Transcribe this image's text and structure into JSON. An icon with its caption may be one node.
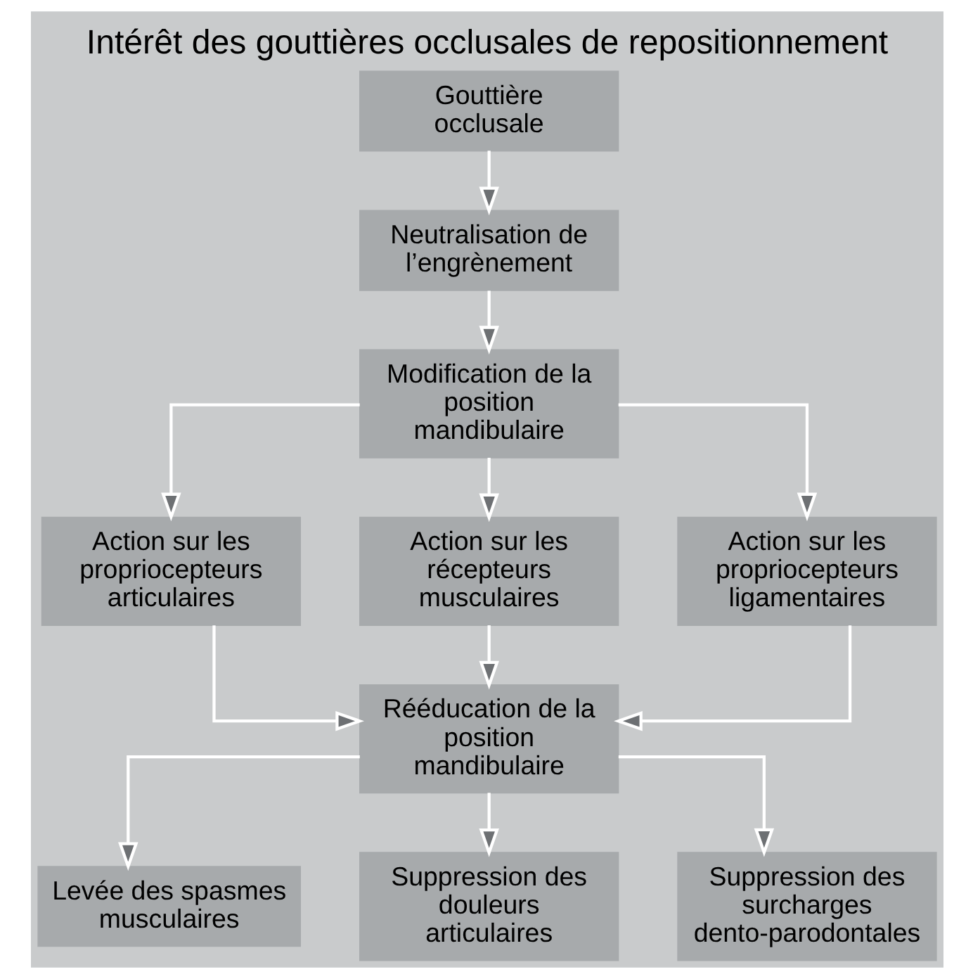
{
  "diagram": {
    "title": "Intérêt des gouttières occlusales de repositionnement",
    "nodes": [
      {
        "text": [
          "Gouttière occlusale"
        ]
      },
      {
        "text": [
          "Neutralisation de l’engrènement"
        ]
      },
      {
        "text": [
          "Modification de la position mandibulaire"
        ]
      },
      {
        "text": [
          "Action sur les propriocepteurs articulaires"
        ]
      },
      {
        "text": [
          "Action sur les récepteurs musculaires"
        ]
      },
      {
        "text": [
          "Action sur les propriocepteurs ligamentaires"
        ]
      },
      {
        "text": [
          "Rééducation de la position mandibulaire"
        ]
      },
      {
        "text": [
          "Levée des spasmes musculaires"
        ]
      },
      {
        "text": [
          "Suppression des douleurs articulaires"
        ]
      },
      {
        "text": [
          "Suppression des surcharges dento-parodontales"
        ]
      }
    ],
    "edges": [
      {
        "from": 0,
        "to": 1,
        "arrow": "to"
      },
      {
        "from": 1,
        "to": 2,
        "arrow": "to"
      },
      {
        "from": 2,
        "to": 3,
        "arrow": "to"
      },
      {
        "from": 2,
        "to": 4,
        "arrow": "to"
      },
      {
        "from": 2,
        "to": 5,
        "arrow": "to"
      },
      {
        "from": 3,
        "to": 6,
        "arrow": "to"
      },
      {
        "from": 4,
        "to": 6,
        "arrow": "to"
      },
      {
        "from": 5,
        "to": 6,
        "arrow": "to"
      },
      {
        "from": 6,
        "to": 7,
        "arrow": "to"
      },
      {
        "from": 6,
        "to": 8,
        "arrow": "to"
      },
      {
        "from": 6,
        "to": 9,
        "arrow": "to"
      }
    ]
  }
}
